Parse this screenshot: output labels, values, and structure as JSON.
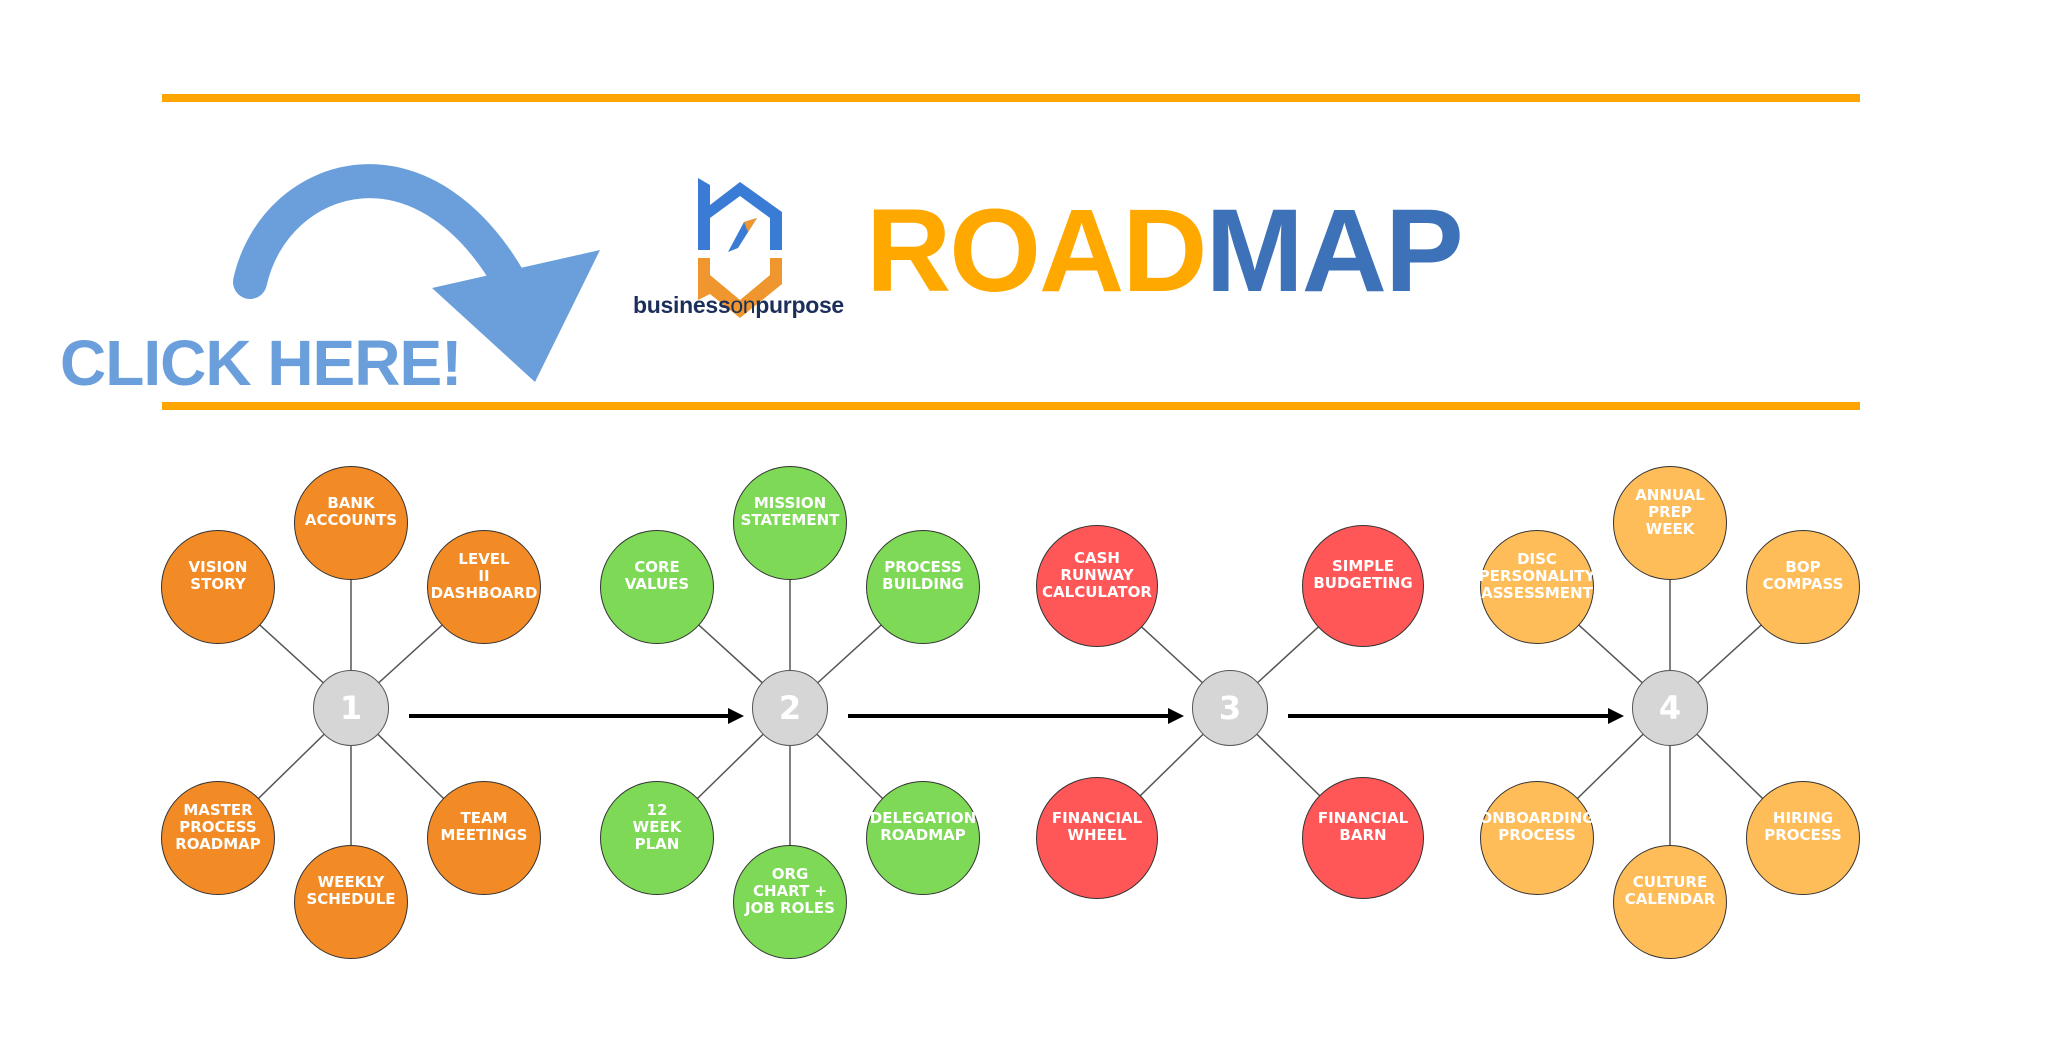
{
  "cta": {
    "text": "CLICK HERE!",
    "color": "#6a9fdc"
  },
  "brand": {
    "bold": "business",
    "thin": "on",
    "bold2": "purpose"
  },
  "title": {
    "part1": "ROAD",
    "part2": "MAP",
    "color1": "#ffa800",
    "color2": "#3d72b8"
  },
  "accent_rule_color": "#ffa500",
  "hubs": [
    {
      "number": "1",
      "color": "#f28a25",
      "satellites": [
        {
          "label": "BANK\nACCOUNTS"
        },
        {
          "label": "VISION\nSTORY"
        },
        {
          "label": "LEVEL\nII\nDASHBOARD"
        },
        {
          "label": "MASTER\nPROCESS\nROADMAP"
        },
        {
          "label": "TEAM\nMEETINGS"
        },
        {
          "label": "WEEKLY\nSCHEDULE"
        }
      ]
    },
    {
      "number": "2",
      "color": "#7ed957",
      "satellites": [
        {
          "label": "MISSION\nSTATEMENT"
        },
        {
          "label": "CORE\nVALUES"
        },
        {
          "label": "PROCESS\nBUILDING"
        },
        {
          "label": "12\nWEEK\nPLAN"
        },
        {
          "label": "DELEGATION\nROADMAP"
        },
        {
          "label": "ORG\nCHART +\nJOB ROLES"
        }
      ]
    },
    {
      "number": "3",
      "color": "#ff5757",
      "satellites": [
        {
          "label": "CASH\nRUNWAY\nCALCULATOR"
        },
        {
          "label": "SIMPLE\nBUDGETING"
        },
        {
          "label": "FINANCIAL\nWHEEL"
        },
        {
          "label": "FINANCIAL\nBARN"
        }
      ]
    },
    {
      "number": "4",
      "color": "#ffbd59",
      "satellites": [
        {
          "label": "ANNUAL\nPREP\nWEEK"
        },
        {
          "label": "DISC\nPERSONALITY\nASSESSMENT"
        },
        {
          "label": "BOP\nCOMPASS"
        },
        {
          "label": "ONBOARDING\nPROCESS"
        },
        {
          "label": "HIRING\nPROCESS"
        },
        {
          "label": "CULTURE\nCALENDAR"
        }
      ]
    }
  ]
}
